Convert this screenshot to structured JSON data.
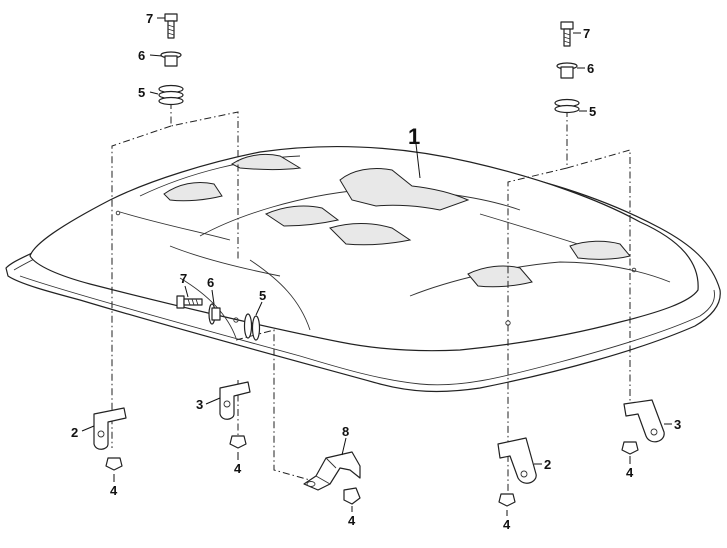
{
  "callouts": {
    "c1": "1",
    "c2a": "2",
    "c2b": "2",
    "c3a": "3",
    "c3b": "3",
    "c4a": "4",
    "c4b": "4",
    "c4c": "4",
    "c4d": "4",
    "c4e": "4",
    "c5a": "5",
    "c5b": "5",
    "c5c": "5",
    "c6a": "6",
    "c6b": "6",
    "c6c": "6",
    "c7a": "7",
    "c7b": "7",
    "c7c": "7",
    "c8": "8"
  }
}
